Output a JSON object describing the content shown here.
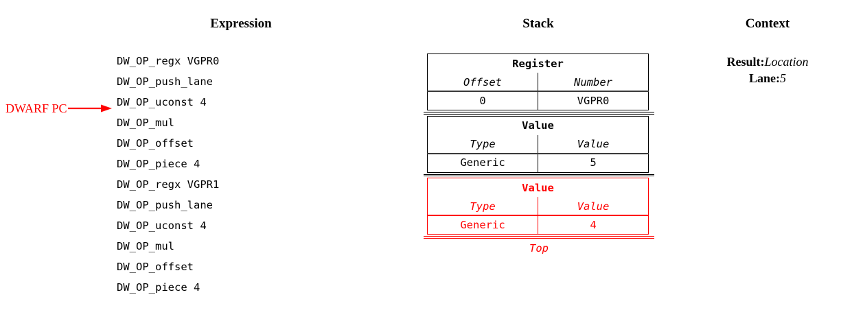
{
  "headings": {
    "expression": "Expression",
    "stack": "Stack",
    "context": "Context"
  },
  "pc_marker": {
    "label": "DWARF PC",
    "color": "#FF0000",
    "points_to_line_index": 3,
    "arrow_icon": "arrow-right-icon"
  },
  "expression": {
    "lines": [
      "DW_OP_regx VGPR0",
      "DW_OP_push_lane",
      "DW_OP_uconst 4",
      "DW_OP_mul",
      "DW_OP_offset",
      "DW_OP_piece 4",
      "DW_OP_regx VGPR1",
      "DW_OP_push_lane",
      "DW_OP_uconst 4",
      "DW_OP_mul",
      "DW_OP_offset",
      "DW_OP_piece 4"
    ]
  },
  "stack": {
    "top_label": "Top",
    "highlight_color": "#FF0000",
    "entries": [
      {
        "title": "Register",
        "columns": [
          "Offset",
          "Number"
        ],
        "values": [
          "0",
          "VGPR0"
        ],
        "highlighted": false
      },
      {
        "title": "Value",
        "columns": [
          "Type",
          "Value"
        ],
        "values": [
          "Generic",
          "5"
        ],
        "highlighted": false
      },
      {
        "title": "Value",
        "columns": [
          "Type",
          "Value"
        ],
        "values": [
          "Generic",
          "4"
        ],
        "highlighted": true
      }
    ]
  },
  "context": {
    "rows": [
      {
        "key": "Result:",
        "value": "Location"
      },
      {
        "key": "Lane:",
        "value": "5"
      }
    ]
  }
}
